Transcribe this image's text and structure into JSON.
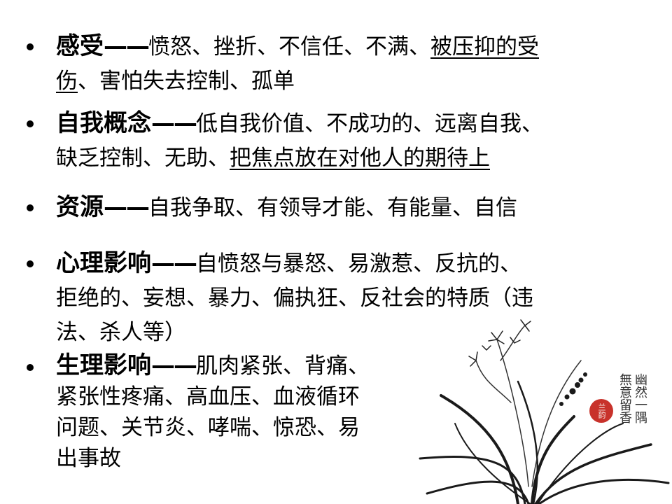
{
  "items": [
    {
      "term": "感受",
      "dash": "——",
      "desc_lines": [
        [
          "愤怒、挫折、不信任、不满、",
          "被压抑的受"
        ],
        [
          "伤",
          "、害怕失去控制、孤单"
        ]
      ]
    },
    {
      "term": "自我概念",
      "dash": "——",
      "desc_lines": [
        [
          "低自我价值、不成功的、远离自我、"
        ],
        [
          "缺乏控制、无助、",
          "把焦点放在对他人的期待上"
        ]
      ]
    },
    {
      "term": "资源",
      "dash": "——",
      "desc_lines": [
        [
          "自我争取、有领导才能、有能量、自信"
        ]
      ]
    },
    {
      "term": "心理影响",
      "dash": "——",
      "desc_lines": [
        [
          "自愤怒与暴怒、易激惹、反抗的、"
        ],
        [
          "拒绝的、妄想、暴力、偏执狂、反社会的特质（违"
        ],
        [
          "法、杀人等）"
        ]
      ]
    },
    {
      "term": "生理影响",
      "dash": "——",
      "desc_lines": [
        [
          "肌肉紧张、背痛、"
        ],
        [
          "紧张性疼痛、高血压、血液循环"
        ],
        [
          "问题、关节炎、哮喘、惊恐、易"
        ],
        [
          "出事故"
        ]
      ]
    }
  ],
  "painting": {
    "poem_col_1": "幽然一隅",
    "poem_col_2": "無意留香",
    "seal_text": "兰韵",
    "ink_color": "#1a1a1a",
    "seal_color": "#c8322b"
  }
}
